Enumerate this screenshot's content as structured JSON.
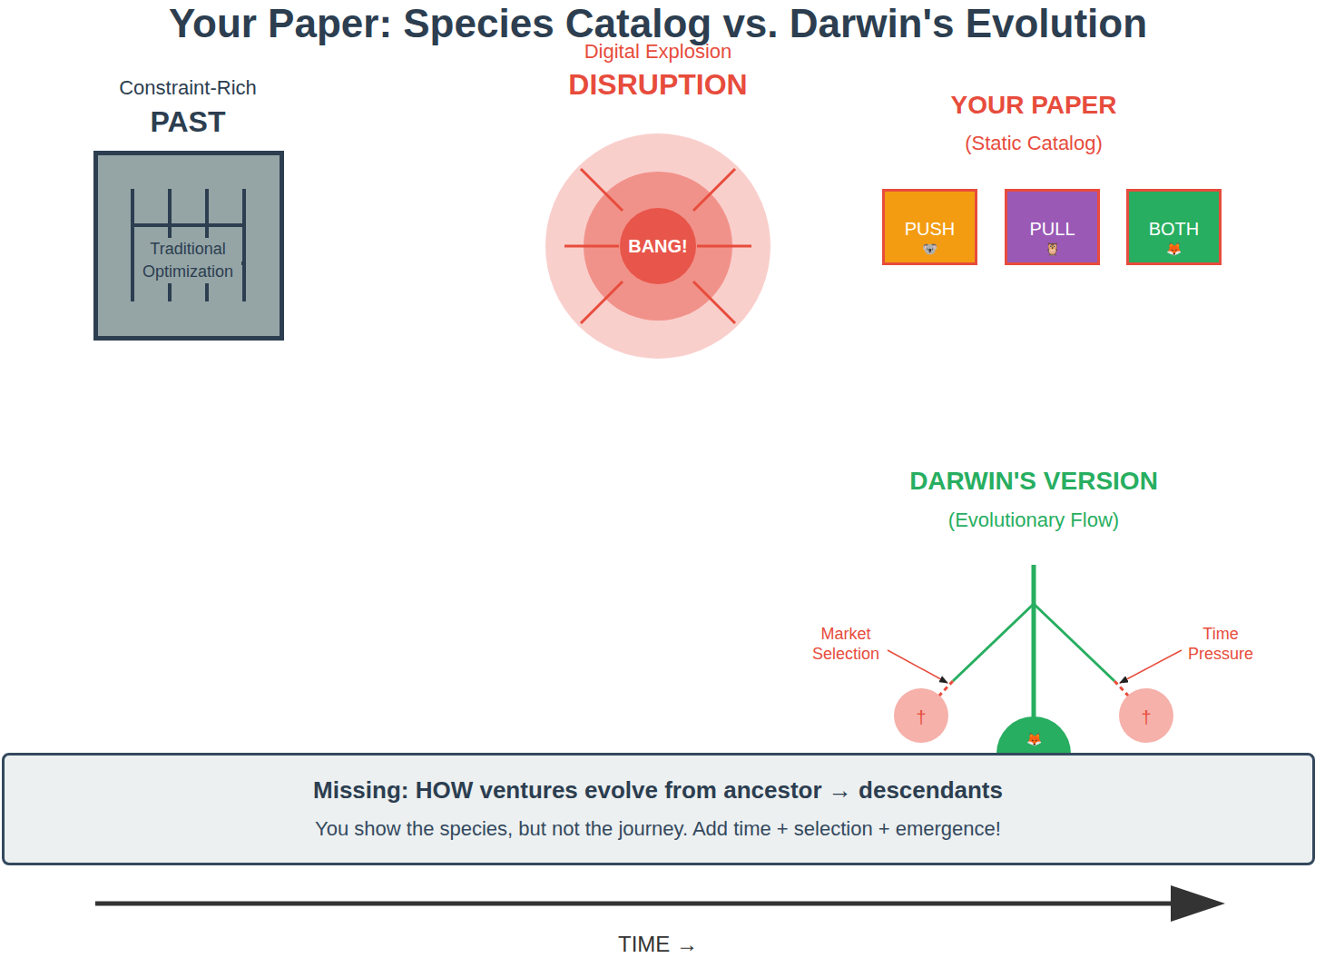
{
  "diagram": {
    "title": "Your Paper: Species Catalog vs. Darwin's Evolution",
    "nodes": [
      {
        "text": [
          "Constraint-Rich",
          "PAST",
          "Traditional Optimization"
        ]
      },
      {
        "text": [
          "Digital Explosion",
          "DISRUPTION",
          "BANG!"
        ]
      },
      {
        "text": [
          "PUSH",
          "🐨"
        ]
      },
      {
        "text": [
          "PULL",
          "🦉"
        ]
      },
      {
        "text": [
          "BOTH",
          "🦊"
        ]
      },
      {
        "text": [
          "†"
        ]
      },
      {
        "text": [
          "🦊"
        ]
      },
      {
        "text": [
          "†"
        ]
      },
      {
        "text": [
          "Missing: HOW ventures evolve from ancestor → descendants",
          "You show the species, but not the journey. Add time + selection + emergence!"
        ]
      }
    ],
    "labels": [
      "YOUR PAPER",
      "(Static Catalog)",
      "DARWIN'S VERSION",
      "(Evolutionary Flow)",
      "Market Selection",
      "Time Pressure",
      "TIME →"
    ]
  }
}
